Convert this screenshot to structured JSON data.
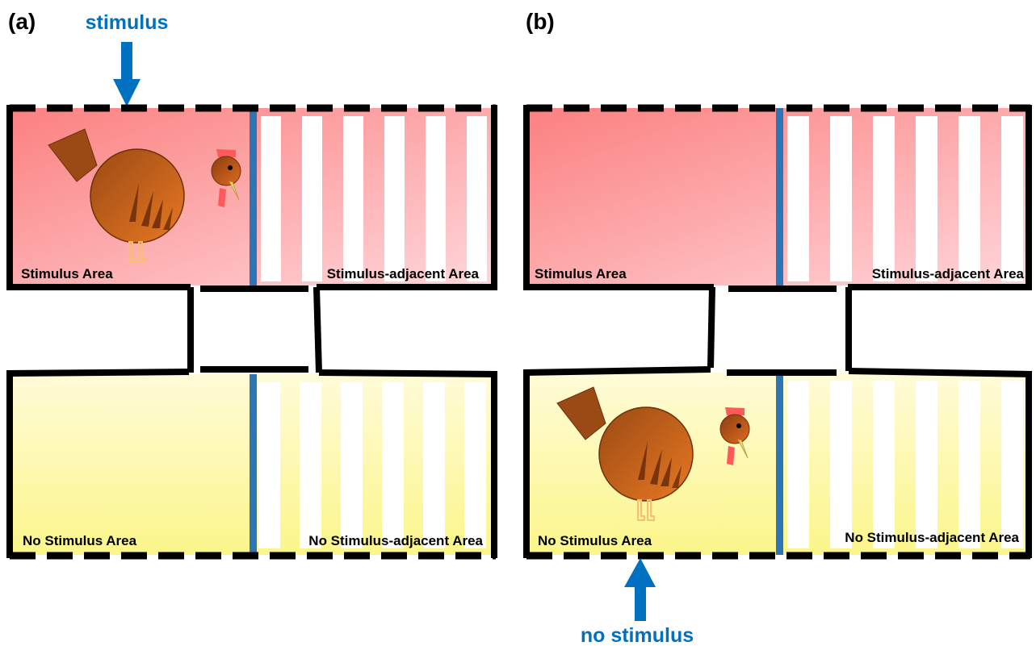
{
  "colors": {
    "stimulus_fill_start": "#fb8080",
    "stimulus_fill_end": "#ffd1d6",
    "no_stimulus_fill_start": "#fffbd0",
    "no_stimulus_fill_end": "#fbf68e",
    "divider": "#2e75b6",
    "arrow": "#0070c0",
    "wall": "#000000"
  },
  "panels": [
    {
      "label": "(a)",
      "indicator_label": "stimulus",
      "chicken_location": "stimulus area",
      "top_chamber": {
        "left_label": "Stimulus Area",
        "right_label": "Stimulus-adjacent Area"
      },
      "bottom_chamber": {
        "left_label": "No Stimulus Area",
        "right_label": "No Stimulus-adjacent Area"
      }
    },
    {
      "label": "(b)",
      "indicator_label": "no stimulus",
      "chicken_location": "no stimulus area",
      "top_chamber": {
        "left_label": "Stimulus Area",
        "right_label": "Stimulus-adjacent Area"
      },
      "bottom_chamber": {
        "left_label": "No Stimulus Area",
        "right_label": "No Stimulus-adjacent Area"
      }
    }
  ]
}
